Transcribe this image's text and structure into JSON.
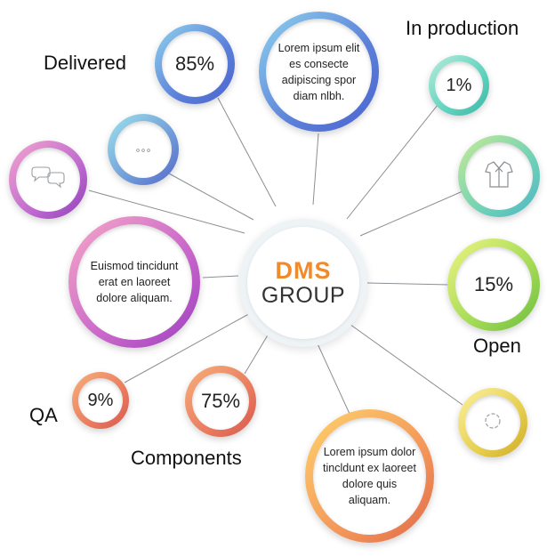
{
  "center": {
    "logo_top": "DMS",
    "logo_bottom": "GROUP",
    "logo_color": "#f08a2a"
  },
  "labels": {
    "delivered": "Delivered",
    "in_production": "In production",
    "open": "Open",
    "qa": "QA",
    "components": "Components"
  },
  "nodes": {
    "delivered_value": "85%",
    "top_text": "Lorem ipsum elit es consecte adipiscing spor diam nlbh.",
    "in_production_value": "1%",
    "open_value": "15%",
    "bottom_text": "Lorem ipsum dolor tincldunt ex laoreet dolore quis aliquam.",
    "components_value": "75%",
    "qa_value": "9%",
    "left_text": "Euismod tincidunt erat en laoreet dolore aliquam."
  },
  "icons": {
    "dots": "ellipsis-icon",
    "chat": "chat-bubbles-icon",
    "shirt": "shirt-icon",
    "loader": "loading-circle-icon"
  },
  "colors": {
    "line": "#8a8f93",
    "text": "#222222"
  }
}
